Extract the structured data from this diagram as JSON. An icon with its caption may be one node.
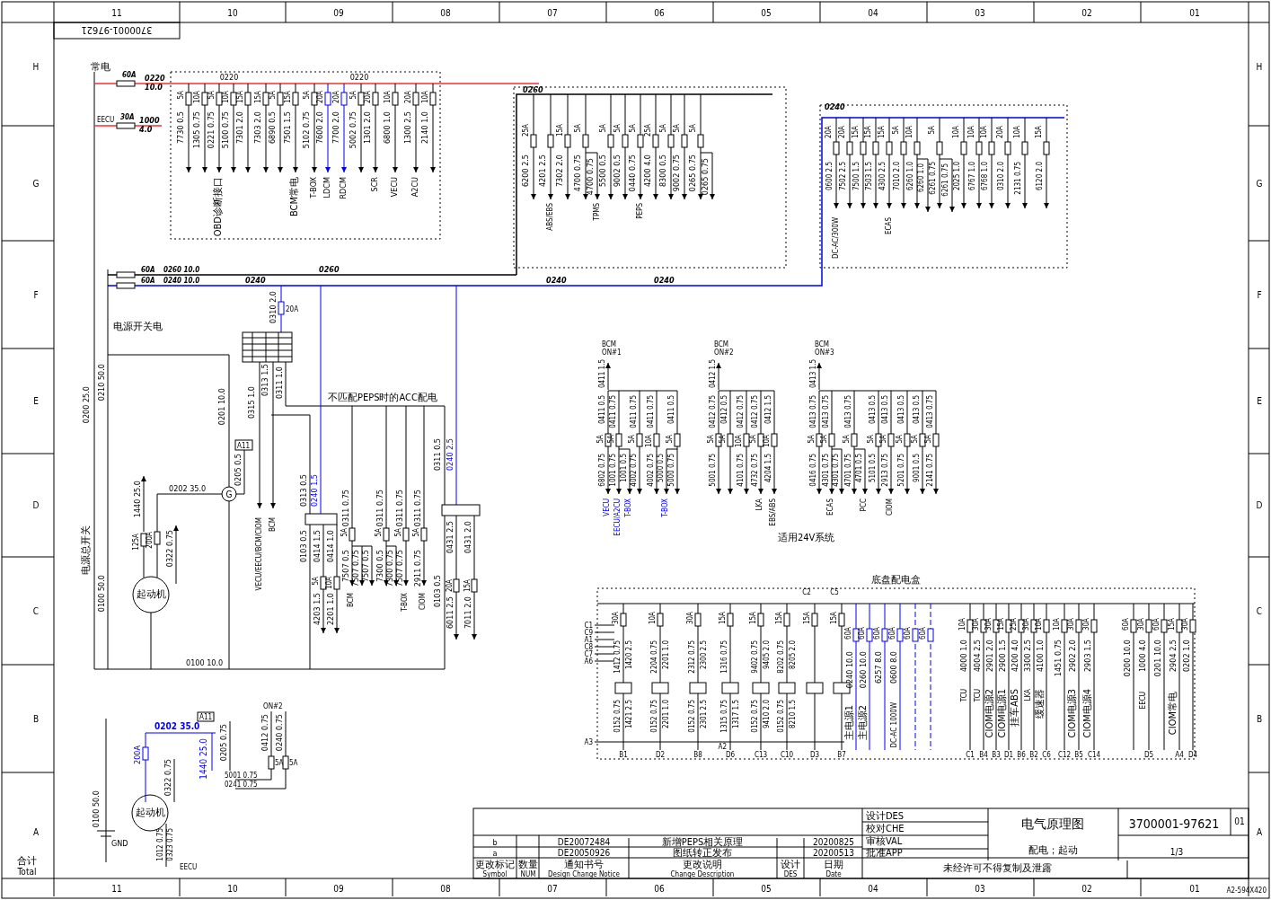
{
  "diagram": {
    "labels": [
      "11",
      "10",
      "09",
      "08",
      "07",
      "06",
      "05",
      "04",
      "03",
      "02",
      "01",
      "H",
      "G",
      "F",
      "E",
      "D",
      "C",
      "B",
      "A",
      "H",
      "G",
      "F",
      "E",
      "D",
      "C",
      "B",
      "A",
      "11",
      "10",
      "09",
      "08",
      "07",
      "06",
      "05",
      "04",
      "03",
      "02",
      "01",
      "A2-594X420",
      "3700001-97621",
      "常电",
      "60A",
      "0220",
      "10.0",
      "EECU",
      "30A",
      "1000",
      "4.0",
      "0220",
      "0220",
      "5A",
      "7730 0.5",
      "10A",
      "1305 0.75",
      "5A",
      "0221 0.75",
      "OBD诊断接口",
      "10A",
      "5100 0.75",
      "15A",
      "7301 2.0",
      "15A",
      "7303 2.0",
      "5A",
      "6890 0.5",
      "15A",
      "7501 1.5",
      "BCM常电",
      "5A",
      "5102 0.75",
      "T-BOX",
      "20A",
      "7600 2.0",
      "LDCM",
      "20A",
      "7700 2.0",
      "RDCM",
      "5A",
      "5002 0.75",
      "20A",
      "1301 2.0",
      "SCR",
      "10A",
      "6800 1.0",
      "VECU",
      "20A",
      "1300 2.5",
      "A2CU",
      "10A",
      "2140 1.0",
      "0260",
      "25A",
      "6200 2.5",
      "4201 2.5",
      "ABS/EBS",
      "15A",
      "7302 2.0",
      "5A",
      "4700 0.75",
      "4700 0.75",
      "TPMS",
      "5A",
      "5500 0.5",
      "5A",
      "9002 0.5",
      "5A",
      "0440 0.75",
      "PEPS",
      "25A",
      "4200 4.0",
      "5A",
      "8300 0.5",
      "5A",
      "9002 0.75",
      "5A",
      "0265 0.75",
      "0265 0.75",
      "0240",
      "20A",
      "0600 2.5",
      "DC-AC/300W",
      "20A",
      "7502 2.5",
      "15A",
      "7500 1.5",
      "15A",
      "7503 1.5",
      "15A",
      "4300 2.5",
      "ECAS",
      "5A",
      "7010 2.0",
      "10A",
      "6260 1.0",
      "6260 1.0",
      "5A",
      "6261 0.75",
      "6261 0.75",
      "10A",
      "2025 1.0",
      "10A",
      "6767 1.0",
      "10A",
      "6768 1.0",
      "20A",
      "0310 2.0",
      "10A",
      "2131 0.75",
      "15A",
      "6120 2.0",
      "60A",
      "0260 10.0",
      "60A",
      "0240 10.0",
      "0240",
      "0260",
      "0240",
      "0240",
      "0310 2.0",
      "20A",
      "电源开关电",
      "0200 25.0",
      "0210 50.0",
      "0201 10.0",
      "0315 1.0",
      "0313 1.5",
      "0311 1.0",
      "不匹配PEPS时的ACC配电",
      "A11",
      "0205 0.5",
      "0202 35.0",
      "G",
      "1440 25.0",
      "125A",
      "200A",
      "0322 0.75",
      "起动机",
      "0100 50.0",
      "电源总开关",
      "0100 10.0",
      "VECU/EECU/BCM/CIOM",
      "BCM",
      "0313 0.5",
      "0240 1.5",
      "0103 0.5",
      "0414 1.5",
      "0414 1.0",
      "5A",
      "10A",
      "4203 1.5",
      "2201 1.0",
      "0311 0.75",
      "5A",
      "7507 0.5",
      "7507 0.75",
      "7507 0.5",
      "BCM",
      "0311 0.75",
      "5A",
      "7300 0.5",
      "7300 0.75",
      "0311 0.75",
      "5A",
      "7507 0.75",
      "T-BOX",
      "0311 0.75",
      "5A",
      "2911 0.75",
      "CIOM",
      "0311 0.5",
      "0240 2.5",
      "0103 0.5",
      "0431 2.5",
      "20A",
      "6011 2.5",
      "0431 2.0",
      "15A",
      "7011 2.0",
      "BCM",
      "ON#1",
      "0411 1.5",
      "0411 0.5",
      "5A",
      "0411 0.75",
      "5A",
      "0411 0.75",
      "5A",
      "0411 0.75",
      "10A",
      "0411 0.5",
      "5A",
      "6802 0.75",
      "1001 0.75",
      "1001 0.5",
      "4002 0.75",
      "4002 0.75",
      "5000 0.5",
      "5000 0.75",
      "VECU",
      "EECU/A2CU",
      "T-BOX",
      "T-BOX",
      "BCM",
      "ON#2",
      "0412 1.5",
      "0412 0.75",
      "5A",
      "0412 0.5",
      "5A",
      "0412 0.75",
      "10A",
      "0412 0.75",
      "5A",
      "0412 1.5",
      "10A",
      "5001 0.75",
      "4101 0.75",
      "4732 0.75",
      "4204 1.5",
      "LKA",
      "EBS/ABS",
      "适用24V系统",
      "BCM",
      "ON#3",
      "0413 1.5",
      "0413 0.75",
      "5A",
      "0413 0.75",
      "5A",
      "0413 0.75",
      "5A",
      "0413 0.5",
      "5A",
      "0413 0.5",
      "5A",
      "0413 0.5",
      "5A",
      "0413 0.5",
      "5A",
      "0413 0.75",
      "5A",
      "0416 0.75",
      "4301 0.75",
      "4301 0.75",
      "4701 0.75",
      "4701 0.5",
      "5101 0.5",
      "2913 0.75",
      "5201 0.75",
      "9001 0.5",
      "2141 0.75",
      "ECAS",
      "PCC",
      "CIOM",
      "底盘配电盒",
      "C2",
      "C5",
      "C1",
      "C9",
      "A1",
      "C8",
      "C7",
      "A6",
      "A3",
      "30A",
      "10A",
      "30A",
      "15A",
      "15A",
      "15A",
      "15A",
      "15A",
      "1412 0.75",
      "1420 2.5",
      "0152 0.75",
      "1421 2.5",
      "2204 0.75",
      "2201 1.0",
      "0152 0.75",
      "2201 1.0",
      "2312 0.75",
      "2300 2.5",
      "0152 0.75",
      "2301 2.5",
      "1316 0.75",
      "1315 0.75",
      "1317 1.5",
      "A2",
      "9402 0.75",
      "9405 2.0",
      "0152 0.75",
      "9410 2.0",
      "8202 0.75",
      "8205 2.0",
      "0152 0.75",
      "8210 1.5",
      "B1",
      "D2",
      "B8",
      "D6",
      "C13",
      "C10",
      "D3",
      "B7",
      "60A",
      "60A",
      "60A",
      "60A",
      "60A",
      "60A",
      "0240 10.0",
      "0260 10.0",
      "6257 8.0",
      "0600 8.0",
      "主电源1",
      "主电源2",
      "DC-AC 1000W",
      "10A",
      "30A",
      "30A",
      "15A",
      "25A",
      "30A",
      "10A",
      "10A",
      "30A",
      "30A",
      "4000 1.0",
      "4004 2.5",
      "2901 2.0",
      "2900 1.5",
      "4200 4.0",
      "3300 2.5",
      "4100 1.0",
      "1451 0.75",
      "2902 2.0",
      "2903 1.5",
      "TCU",
      "TCU",
      "CIOM电源2",
      "CIOM电源1",
      "挂车ABS",
      "LKA",
      "缓速器",
      "CIOM电源3",
      "CIOM电源4",
      "C1",
      "B4",
      "B3",
      "D1",
      "B6",
      "B2",
      "C6",
      "C12",
      "B5",
      "C14",
      "60A",
      "30A",
      "60A",
      "15A",
      "30A",
      "0200 10.0",
      "1000 4.0",
      "0201 10.0",
      "2904 2.5",
      "0202 1.0",
      "EECU",
      "CIOM常电",
      "D5",
      "A4",
      "D4",
      "GND",
      "0100 50.0",
      "起动机",
      "200A",
      "0202 35.0",
      "1440 25.0",
      "0322 0.75",
      "A11",
      "0205 0.75",
      "ON#2",
      "0412 0.75",
      "0240 0.75",
      "5A",
      "5A",
      "5001 0.75",
      "0241 0.75",
      "1012 0.75",
      "0323 0.75",
      "EECU",
      "合计",
      "Total",
      "设计DES",
      "校对CHE",
      "审核VAL",
      "批准APP",
      "电气原理图",
      "3700001-97621",
      "01",
      "配电；起动",
      "1/3",
      "b",
      "DE20072484",
      "新增PEPS相关原理",
      "20200825",
      "a",
      "DE20050926",
      "图纸转正发布",
      "20200513",
      "更改标记",
      "Symbol",
      "数量",
      "NUM",
      "通知书号",
      "Design Change Notice",
      "更改说明",
      "Change Description",
      "设计",
      "DES",
      "日期",
      "Date",
      "未经许可不得复制及泄露"
    ]
  }
}
